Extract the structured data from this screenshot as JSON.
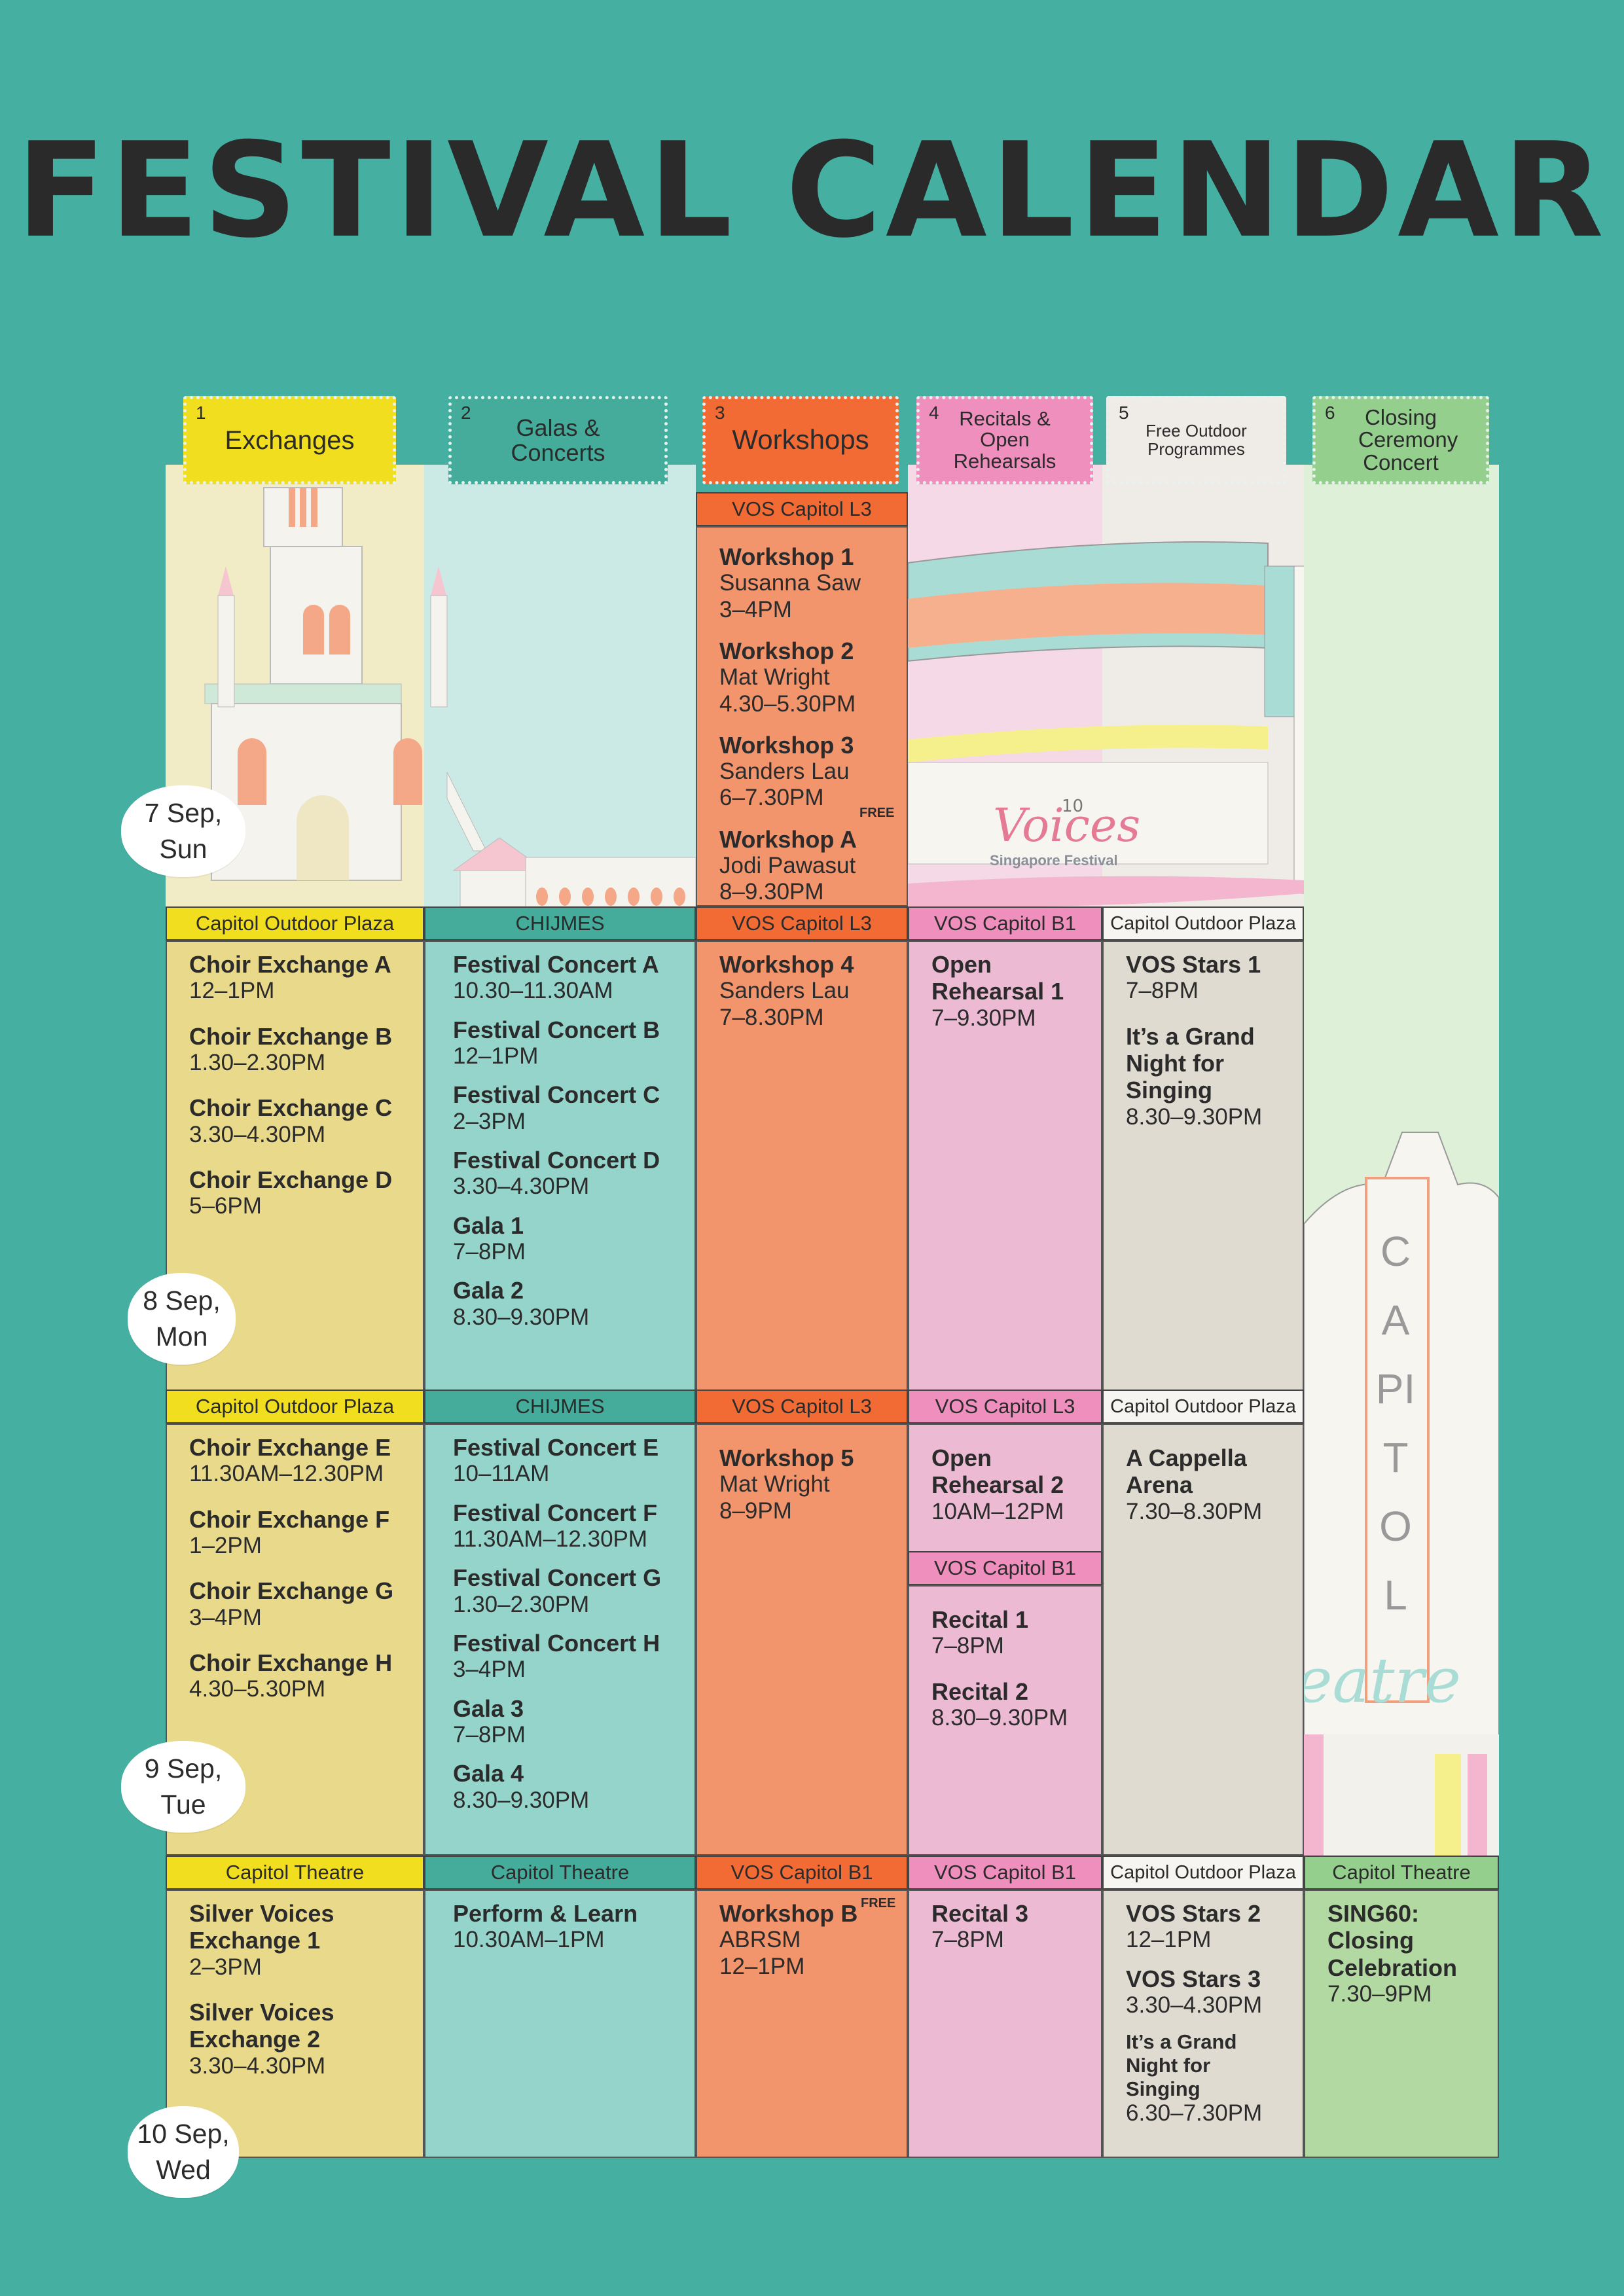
{
  "title": "FESTIVAL CALENDAR",
  "categories": [
    {
      "num": "1",
      "label": "Exchanges"
    },
    {
      "num": "2",
      "label": "Galas & Concerts"
    },
    {
      "num": "3",
      "label": "Workshops"
    },
    {
      "num": "4",
      "label": "Recitals & Open Rehearsals"
    },
    {
      "num": "5",
      "label": "Free Outdoor Programmes"
    },
    {
      "num": "6",
      "label": "Closing Ceremony Concert"
    }
  ],
  "colors": {
    "background": "#45b0a2",
    "exchanges": "#f1df1f",
    "galas": "#45ab9a",
    "workshops": "#f26b35",
    "recitals": "#ee8fbd",
    "outdoor": "#efece8",
    "closing": "#94cf8e"
  },
  "dates": [
    "7 Sep, Sun",
    "8 Sep, Mon",
    "9 Sep, Tue",
    "10 Sep, Wed"
  ],
  "free_label": "FREE",
  "logo": {
    "text": "Voices",
    "number": "10",
    "sub": "Singapore Festival"
  },
  "theatre_sign": {
    "vertical": "CAPITOL",
    "script": "Theatre"
  },
  "day1": {
    "workshops": {
      "venue": "VOS Capitol L3",
      "events": [
        {
          "name": "Workshop 1",
          "sub": "Susanna Saw",
          "time": "3–4PM"
        },
        {
          "name": "Workshop 2",
          "sub": "Mat Wright",
          "time": "4.30–5.30PM"
        },
        {
          "name": "Workshop 3",
          "sub": "Sanders Lau",
          "time": "6–7.30PM"
        },
        {
          "name": "Workshop A",
          "sub": "Jodi Pawasut",
          "time": "8–9.30PM"
        }
      ]
    }
  },
  "day2": {
    "exchanges": {
      "venue": "Capitol Outdoor Plaza",
      "events": [
        {
          "name": "Choir Exchange A",
          "time": "12–1PM"
        },
        {
          "name": "Choir Exchange B",
          "time": "1.30–2.30PM"
        },
        {
          "name": "Choir Exchange C",
          "time": "3.30–4.30PM"
        },
        {
          "name": "Choir Exchange D",
          "time": "5–6PM"
        }
      ]
    },
    "galas": {
      "venue": "CHIJMES",
      "events": [
        {
          "name": "Festival Concert A",
          "time": "10.30–11.30AM"
        },
        {
          "name": "Festival Concert B",
          "time": "12–1PM"
        },
        {
          "name": "Festival Concert C",
          "time": "2–3PM"
        },
        {
          "name": "Festival Concert D",
          "time": "3.30–4.30PM"
        },
        {
          "name": "Gala 1",
          "time": "7–8PM"
        },
        {
          "name": "Gala 2",
          "time": "8.30–9.30PM"
        }
      ]
    },
    "workshops": {
      "venue": "VOS Capitol L3",
      "events": [
        {
          "name": "Workshop 4",
          "sub": "Sanders Lau",
          "time": "7–8.30PM"
        }
      ]
    },
    "recitals": {
      "venue": "VOS Capitol B1",
      "events": [
        {
          "name": "Open Rehearsal 1",
          "time": "7–9.30PM"
        }
      ]
    },
    "outdoor": {
      "venue": "Capitol Outdoor Plaza",
      "events": [
        {
          "name": "VOS Stars 1",
          "time": "7–8PM"
        },
        {
          "name": "It’s a Grand Night for Singing",
          "time": "8.30–9.30PM"
        }
      ]
    }
  },
  "day3": {
    "exchanges": {
      "venue": "Capitol Outdoor Plaza",
      "events": [
        {
          "name": "Choir Exchange E",
          "time": "11.30AM–12.30PM"
        },
        {
          "name": "Choir Exchange F",
          "time": "1–2PM"
        },
        {
          "name": "Choir Exchange G",
          "time": "3–4PM"
        },
        {
          "name": "Choir Exchange H",
          "time": "4.30–5.30PM"
        }
      ]
    },
    "galas": {
      "venue": "CHIJMES",
      "events": [
        {
          "name": "Festival Concert E",
          "time": "10–11AM"
        },
        {
          "name": "Festival Concert F",
          "time": "11.30AM–12.30PM"
        },
        {
          "name": "Festival Concert G",
          "time": "1.30–2.30PM"
        },
        {
          "name": "Festival Concert H",
          "time": "3–4PM"
        },
        {
          "name": "Gala 3",
          "time": "7–8PM"
        },
        {
          "name": "Gala 4",
          "time": "8.30–9.30PM"
        }
      ]
    },
    "workshops": {
      "venue": "VOS Capitol L3",
      "events": [
        {
          "name": "Workshop 5",
          "sub": "Mat Wright",
          "time": "8–9PM"
        }
      ]
    },
    "recitals_a": {
      "venue": "VOS Capitol L3",
      "events": [
        {
          "name": "Open Rehearsal 2",
          "time": "10AM–12PM"
        }
      ]
    },
    "recitals_b": {
      "venue": "VOS Capitol B1",
      "events": [
        {
          "name": "Recital 1",
          "time": "7–8PM"
        },
        {
          "name": "Recital 2",
          "time": "8.30–9.30PM"
        }
      ]
    },
    "outdoor": {
      "venue": "Capitol Outdoor Plaza",
      "events": [
        {
          "name": "A Cappella Arena",
          "time": "7.30–8.30PM"
        }
      ]
    }
  },
  "day4": {
    "exchanges": {
      "venue": "Capitol Theatre",
      "events": [
        {
          "name": "Silver Voices Exchange 1",
          "time": "2–3PM"
        },
        {
          "name": "Silver Voices Exchange 2",
          "time": "3.30–4.30PM"
        }
      ]
    },
    "galas": {
      "venue": "Capitol Theatre",
      "events": [
        {
          "name": "Perform & Learn",
          "time": "10.30AM–1PM"
        }
      ]
    },
    "workshops": {
      "venue": "VOS Capitol B1",
      "events": [
        {
          "name": "Workshop B",
          "sub": "ABRSM",
          "time": "12–1PM"
        }
      ]
    },
    "recitals": {
      "venue": "VOS Capitol B1",
      "events": [
        {
          "name": "Recital 3",
          "time": "7–8PM"
        }
      ]
    },
    "outdoor": {
      "venue": "Capitol Outdoor Plaza",
      "events": [
        {
          "name": "VOS Stars 2",
          "time": "12–1PM"
        },
        {
          "name": "VOS Stars 3",
          "time": "3.30–4.30PM"
        },
        {
          "name": "It’s a Grand Night for Singing",
          "time": "6.30–7.30PM"
        }
      ]
    },
    "closing": {
      "venue": "Capitol Theatre",
      "events": [
        {
          "name": "SING60: Closing Celebration",
          "time": "7.30–9PM"
        }
      ]
    }
  }
}
